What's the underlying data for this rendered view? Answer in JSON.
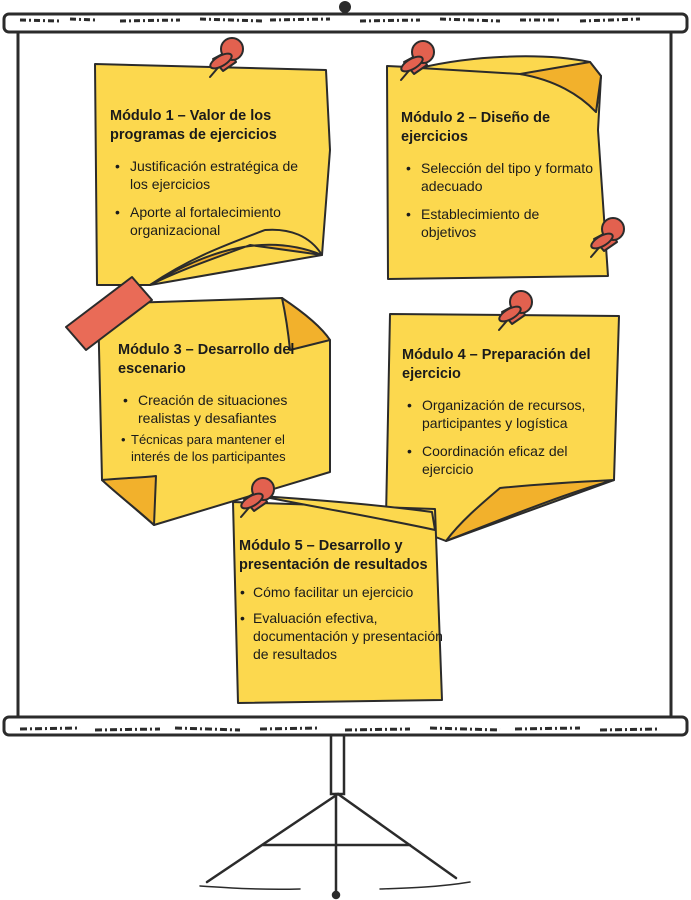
{
  "colors": {
    "note": "#fcd84e",
    "note_shadow": "#f2b12c",
    "outline": "#2b2b2b",
    "pin": "#e2614f",
    "screen": "#ffffff",
    "tape": "#e96b57"
  },
  "icons": [
    "push-pin-icon",
    "tape-strip-icon",
    "projector-screen-icon",
    "tripod-icon"
  ],
  "modules": [
    {
      "title": "Módulo 1 – Valor de los programas de ejercicios",
      "items": [
        "Justificación estratégica de los ejercicios",
        "Aporte al fortalecimiento organizacional"
      ]
    },
    {
      "title": "Módulo 2 – Diseño de ejercicios",
      "items": [
        "Selección del tipo y formato adecuado",
        "Establecimiento de objetivos"
      ]
    },
    {
      "title": "Módulo 3 – Desarrollo del escenario",
      "items": [
        "Creación de situaciones realistas y desafiantes",
        "Técnicas para mantener el interés de los participantes"
      ]
    },
    {
      "title": "Módulo 4 – Preparación del ejercicio",
      "items": [
        "Organización de recursos, participantes y logística",
        "Coordinación eficaz del ejercicio"
      ]
    },
    {
      "title": "Módulo 5 – Desarrollo y presentación de resultados",
      "items": [
        "Cómo facilitar un ejercicio",
        "Evaluación efectiva, documentación y presentación de resultados"
      ]
    }
  ]
}
